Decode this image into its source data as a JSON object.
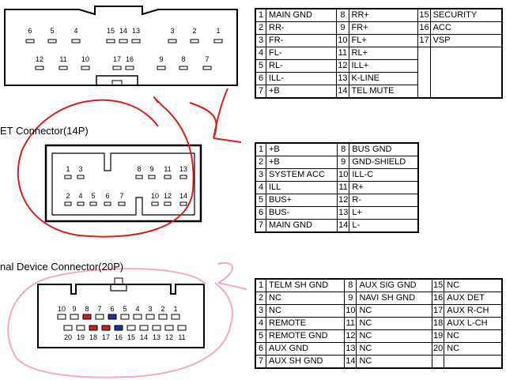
{
  "sections": {
    "connector_14p_title": "ET Connector(14P)",
    "connector_20p_title": "nal Device Connector(20P)"
  },
  "connector_top": {
    "row1": [
      "6",
      "5",
      "4",
      "15",
      "14",
      "13",
      "3",
      "2",
      "1"
    ],
    "row2": [
      "12",
      "11",
      "10",
      "17",
      "16",
      "9",
      "8",
      "7"
    ]
  },
  "connector_14p": {
    "row1": [
      "1",
      "3",
      "8",
      "9",
      "11",
      "13"
    ],
    "row2": [
      "2",
      "4",
      "5",
      "6",
      "7",
      "10",
      "12",
      "14"
    ]
  },
  "connector_20p": {
    "row1": [
      "10",
      "9",
      "8",
      "7",
      "6",
      "5",
      "4",
      "3",
      "2",
      "1"
    ],
    "row2": [
      "20",
      "19",
      "18",
      "17",
      "16",
      "15",
      "14",
      "13",
      "12",
      "11"
    ]
  },
  "table_top": {
    "rows": [
      [
        "1",
        "MAIN GND",
        "8",
        "RR+",
        "15",
        "SECURITY"
      ],
      [
        "2",
        "RR-",
        "9",
        "FR+",
        "16",
        "ACC"
      ],
      [
        "3",
        "FR-",
        "10",
        "FL+",
        "17",
        "VSP"
      ],
      [
        "4",
        "FL-",
        "11",
        "RL+",
        "",
        ""
      ],
      [
        "5",
        "RL-",
        "12",
        "ILL+",
        "",
        ""
      ],
      [
        "6",
        "ILL-",
        "13",
        "K-LINE",
        "",
        ""
      ],
      [
        "7",
        "+B",
        "14",
        "TEL MUTE",
        "",
        ""
      ]
    ]
  },
  "table_14p": {
    "rows": [
      [
        "1",
        "+B",
        "8",
        "BUS GND"
      ],
      [
        "2",
        "+B",
        "9",
        "GND-SHIELD"
      ],
      [
        "3",
        "SYSTEM ACC",
        "10",
        "ILL-C"
      ],
      [
        "4",
        "ILL",
        "11",
        "R+"
      ],
      [
        "5",
        "BUS+",
        "12",
        "R-"
      ],
      [
        "6",
        "BUS-",
        "13",
        "L+"
      ],
      [
        "7",
        "MAIN GND",
        "14",
        "L-"
      ]
    ]
  },
  "table_20p": {
    "rows": [
      [
        "1",
        "TELM SH GND",
        "8",
        "AUX SIG GND",
        "15",
        "NC"
      ],
      [
        "2",
        "NC",
        "9",
        "NAVI SH GND",
        "16",
        "AUX DET"
      ],
      [
        "3",
        "NC",
        "10",
        "NC",
        "17",
        "AUX R-CH"
      ],
      [
        "4",
        "REMOTE",
        "11",
        "NC",
        "18",
        "AUX L-CH"
      ],
      [
        "5",
        "REMOTE GND",
        "12",
        "NC",
        "19",
        "NC"
      ],
      [
        "6",
        "AUX GND",
        "13",
        "NC",
        "20",
        "NC"
      ],
      [
        "7",
        "AUX SH GND",
        "14",
        "NC",
        "",
        ""
      ]
    ]
  },
  "colors": {
    "red_marker": "#cc2222",
    "blue_marker": "#2233aa",
    "red_annotation": "#d42020",
    "pink_annotation": "#f2a8c8"
  }
}
